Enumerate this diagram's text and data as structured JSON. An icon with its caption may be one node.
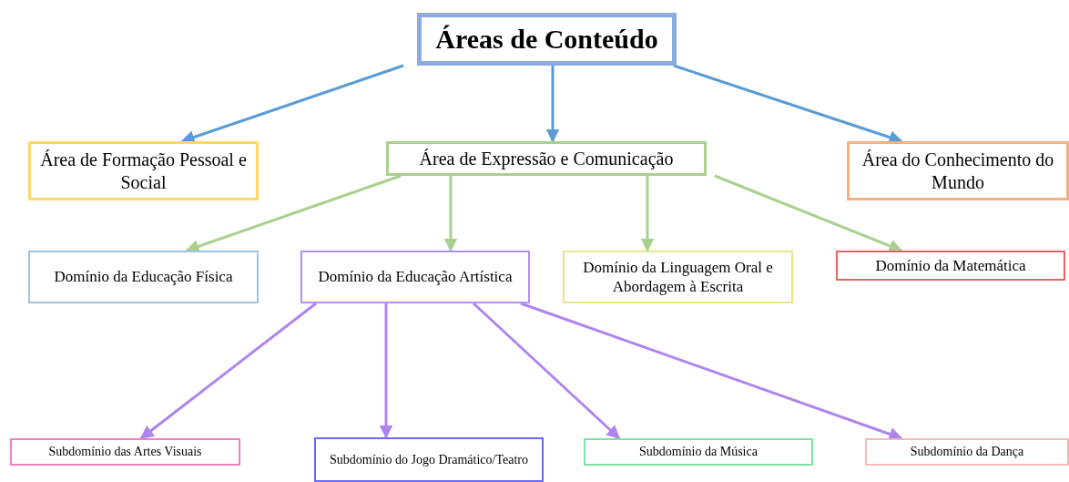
{
  "diagram": {
    "nodes": [
      {
        "text": [
          "Áreas de Conteúdo"
        ]
      },
      {
        "text": [
          "Área de Formação Pessoal e Social"
        ]
      },
      {
        "text": [
          "Área de Expressão e Comunicação"
        ]
      },
      {
        "text": [
          "Área do Conhecimento do Mundo"
        ]
      },
      {
        "text": [
          "Domínio da Educação Física"
        ]
      },
      {
        "text": [
          "Domínio da Educação Artística"
        ]
      },
      {
        "text": [
          "Domínio da Linguagem Oral e Abordagem à Escrita"
        ]
      },
      {
        "text": [
          "Domínio da Matemática"
        ]
      },
      {
        "text": [
          "Subdomínio das Artes Visuais"
        ]
      },
      {
        "text": [
          "Subdomínio do Jogo Dramático/Teatro"
        ]
      },
      {
        "text": [
          "Subdomínio da Música"
        ]
      },
      {
        "text": [
          "Subdomínio da Dança"
        ]
      }
    ],
    "edges": [
      {
        "from": 0,
        "to": 1,
        "arrow": "to",
        "color": "#5b9bd5"
      },
      {
        "from": 0,
        "to": 2,
        "arrow": "to",
        "color": "#5b9bd5"
      },
      {
        "from": 0,
        "to": 3,
        "arrow": "to",
        "color": "#5b9bd5"
      },
      {
        "from": 2,
        "to": 4,
        "arrow": "to",
        "color": "#a9d18e"
      },
      {
        "from": 2,
        "to": 5,
        "arrow": "to",
        "color": "#a9d18e"
      },
      {
        "from": 2,
        "to": 6,
        "arrow": "to",
        "color": "#a9d18e"
      },
      {
        "from": 2,
        "to": 7,
        "arrow": "to",
        "color": "#a9d18e"
      },
      {
        "from": 5,
        "to": 8,
        "arrow": "to",
        "color": "#b084f0"
      },
      {
        "from": 5,
        "to": 9,
        "arrow": "to",
        "color": "#b084f0"
      },
      {
        "from": 5,
        "to": 10,
        "arrow": "to",
        "color": "#b084f0"
      },
      {
        "from": 5,
        "to": 11,
        "arrow": "to",
        "color": "#b084f0"
      }
    ]
  }
}
